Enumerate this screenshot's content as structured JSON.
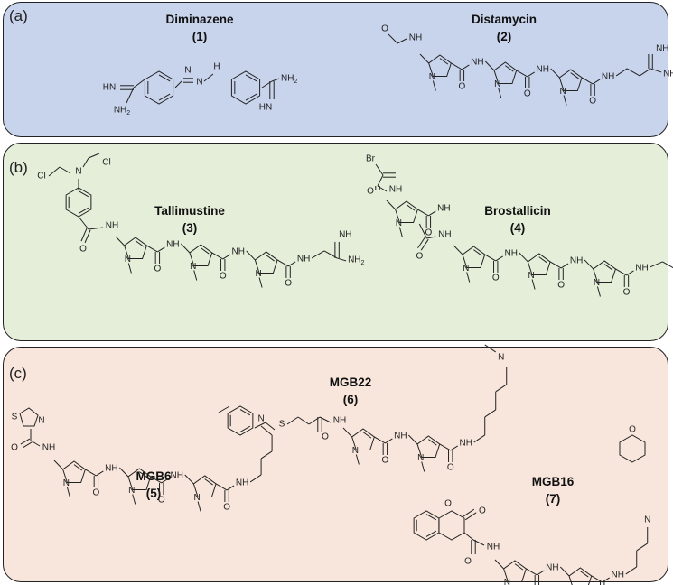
{
  "panels": {
    "a": {
      "label": "(a)",
      "compounds": [
        {
          "name": "Diminazene",
          "number": "(1)"
        },
        {
          "name": "Distamycin",
          "number": "(2)"
        }
      ]
    },
    "b": {
      "label": "(b)",
      "compounds": [
        {
          "name": "Tallimustine",
          "number": "(3)"
        },
        {
          "name": "Brostallicin",
          "number": "(4)"
        }
      ]
    },
    "c": {
      "label": "(c)",
      "compounds": [
        {
          "name": "MGB6",
          "number": "(5)"
        },
        {
          "name": "MGB22",
          "number": "(6)"
        },
        {
          "name": "MGB16",
          "number": "(7)"
        }
      ]
    }
  },
  "atoms": {
    "nh": "NH",
    "n": "N",
    "o": "O",
    "s": "S",
    "h": "H",
    "cl": "Cl",
    "br": "Br",
    "nh2": "NH2",
    "hn": "HN"
  },
  "colors": {
    "panel_a": "#c8d3ec",
    "panel_b": "#e4eed9",
    "panel_c": "#f8e6dc",
    "ink": "#222222"
  }
}
